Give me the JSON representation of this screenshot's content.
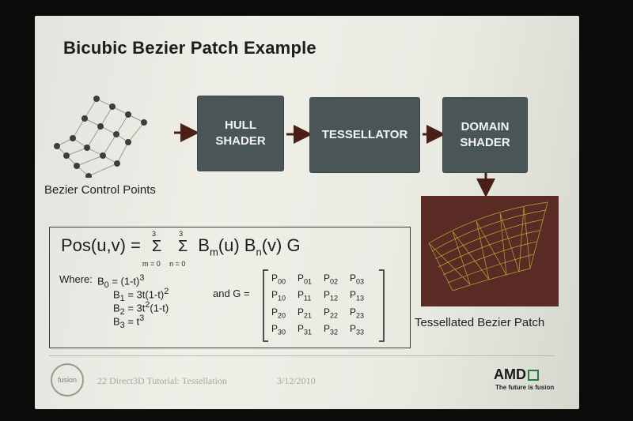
{
  "slide": {
    "title": "Bicubic Bezier Patch Example",
    "stages": [
      {
        "line1": "HULL",
        "line2": "SHADER"
      },
      {
        "line1": "TESSELLATOR",
        "line2": ""
      },
      {
        "line1": "DOMAIN",
        "line2": "SHADER"
      }
    ],
    "control_points_label": "Bezier Control Points",
    "patch_label": "Tessellated Bezier Patch",
    "formula": {
      "pos": "Pos(u,v) =",
      "sum_top": "3",
      "sum_m": "m = 0",
      "sum_n": "n = 0",
      "terms": "B",
      "g": "G",
      "where": "Where:",
      "b0": "= (1-t)",
      "b1": "= 3t(1-t)",
      "b2": "= 3t",
      "b2b": "(1-t)",
      "b3": "= t",
      "and_g": "and G =",
      "matrix": [
        [
          "P00",
          "P01",
          "P02",
          "P03"
        ],
        [
          "P10",
          "P11",
          "P12",
          "P13"
        ],
        [
          "P20",
          "P21",
          "P22",
          "P23"
        ],
        [
          "P30",
          "P31",
          "P32",
          "P33"
        ]
      ]
    },
    "footer": {
      "page": "22",
      "tutorial": "Direct3D Tutorial: Tessellation",
      "date": "3/12/2010",
      "fusion": "fusion",
      "brand": "AMD",
      "tagline": "The future is fusion"
    }
  },
  "colors": {
    "stage": "#4a5557",
    "arrow": "#4a1f18",
    "patch_bg": "#5a2b24",
    "mesh": "#c9c23a"
  }
}
